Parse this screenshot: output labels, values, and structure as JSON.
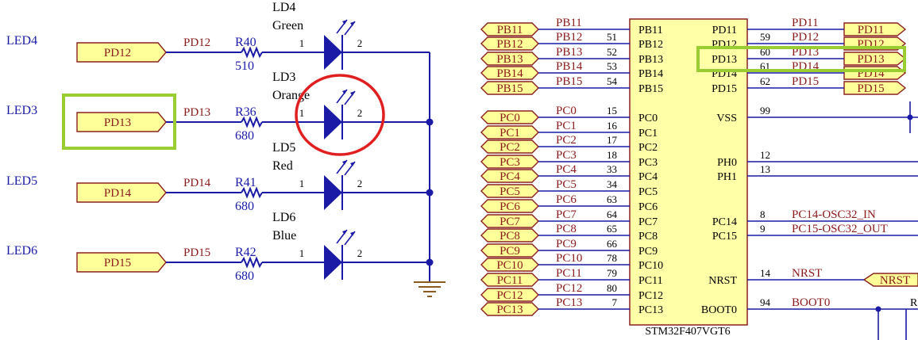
{
  "left": {
    "rows": [
      {
        "row_label": "LED4",
        "port": "PD12",
        "net": "PD12",
        "resistor": "R40",
        "res_value": "510",
        "led_name": "LD4",
        "led_color": "Green",
        "pin1": "1",
        "pin2": "2"
      },
      {
        "row_label": "LED3",
        "port": "PD13",
        "net": "PD13",
        "resistor": "R36",
        "res_value": "680",
        "led_name": "LD3",
        "led_color": "Orange",
        "pin1": "1",
        "pin2": "2"
      },
      {
        "row_label": "LED5",
        "port": "PD14",
        "net": "PD14",
        "resistor": "R41",
        "res_value": "680",
        "led_name": "LD5",
        "led_color": "Red",
        "pin1": "1",
        "pin2": "2"
      },
      {
        "row_label": "LED6",
        "port": "PD15",
        "net": "PD15",
        "resistor": "R42",
        "res_value": "680",
        "led_name": "LD6",
        "led_color": "Blue",
        "pin1": "1",
        "pin2": "2"
      }
    ]
  },
  "right": {
    "chip_name": "STM32F407VGT6",
    "left_pins": [
      {
        "port": "PB11",
        "net": "PB11",
        "num": "",
        "pin": "PB11"
      },
      {
        "port": "PB12",
        "net": "PB12",
        "num": "51",
        "pin": "PB12"
      },
      {
        "port": "PB13",
        "net": "PB13",
        "num": "52",
        "pin": "PB13"
      },
      {
        "port": "PB14",
        "net": "PB14",
        "num": "53",
        "pin": "PB14"
      },
      {
        "port": "PB15",
        "net": "PB15",
        "num": "54",
        "pin": "PB15"
      },
      {
        "port": "PC0",
        "net": "PC0",
        "num": "15",
        "pin": "PC0"
      },
      {
        "port": "PC1",
        "net": "PC1",
        "num": "16",
        "pin": "PC1"
      },
      {
        "port": "PC2",
        "net": "PC2",
        "num": "17",
        "pin": "PC2"
      },
      {
        "port": "PC3",
        "net": "PC3",
        "num": "18",
        "pin": "PC3"
      },
      {
        "port": "PC4",
        "net": "PC4",
        "num": "33",
        "pin": "PC4"
      },
      {
        "port": "PC5",
        "net": "PC5",
        "num": "34",
        "pin": "PC5"
      },
      {
        "port": "PC6",
        "net": "PC6",
        "num": "63",
        "pin": "PC6"
      },
      {
        "port": "PC7",
        "net": "PC7",
        "num": "64",
        "pin": "PC7"
      },
      {
        "port": "PC8",
        "net": "PC8",
        "num": "65",
        "pin": "PC8"
      },
      {
        "port": "PC9",
        "net": "PC9",
        "num": "66",
        "pin": "PC9"
      },
      {
        "port": "PC10",
        "net": "PC10",
        "num": "78",
        "pin": "PC10"
      },
      {
        "port": "PC11",
        "net": "PC11",
        "num": "79",
        "pin": "PC11"
      },
      {
        "port": "PC12",
        "net": "PC12",
        "num": "80",
        "pin": "PC12"
      },
      {
        "port": "PC13",
        "net": "PC13",
        "num": "7",
        "pin": "PC13"
      }
    ],
    "right_pins": [
      {
        "pin": "PD11",
        "num": "",
        "net": "PD11",
        "port": "PD11"
      },
      {
        "pin": "PD12",
        "num": "59",
        "net": "PD12",
        "port": "PD12"
      },
      {
        "pin": "PD13",
        "num": "60",
        "net": "PD13",
        "port": "PD13"
      },
      {
        "pin": "PD14",
        "num": "61",
        "net": "PD14",
        "port": "PD14"
      },
      {
        "pin": "PD15",
        "num": "62",
        "net": "PD15",
        "port": "PD15"
      },
      {
        "pin": "VSS",
        "num": "99",
        "net": "",
        "port": ""
      },
      {
        "pin": "PH0",
        "num": "12",
        "net": "",
        "port": ""
      },
      {
        "pin": "PH1",
        "num": "13",
        "net": "",
        "port": ""
      },
      {
        "pin": "PC14",
        "num": "8",
        "net": "PC14-OSC32_IN",
        "port": ""
      },
      {
        "pin": "PC15",
        "num": "9",
        "net": "PC15-OSC32_OUT",
        "port": ""
      },
      {
        "pin": "NRST",
        "num": "14",
        "net": "NRST",
        "port": "NRST"
      },
      {
        "pin": "BOOT0",
        "num": "94",
        "net": "BOOT0",
        "port": ""
      }
    ],
    "edge_text": "R"
  },
  "colors": {
    "wire": "#1a1aa6",
    "port_fill": "#ffff99",
    "port_text": "#8a1a1a",
    "highlight": "#9acd32",
    "circle": "#e02020"
  }
}
